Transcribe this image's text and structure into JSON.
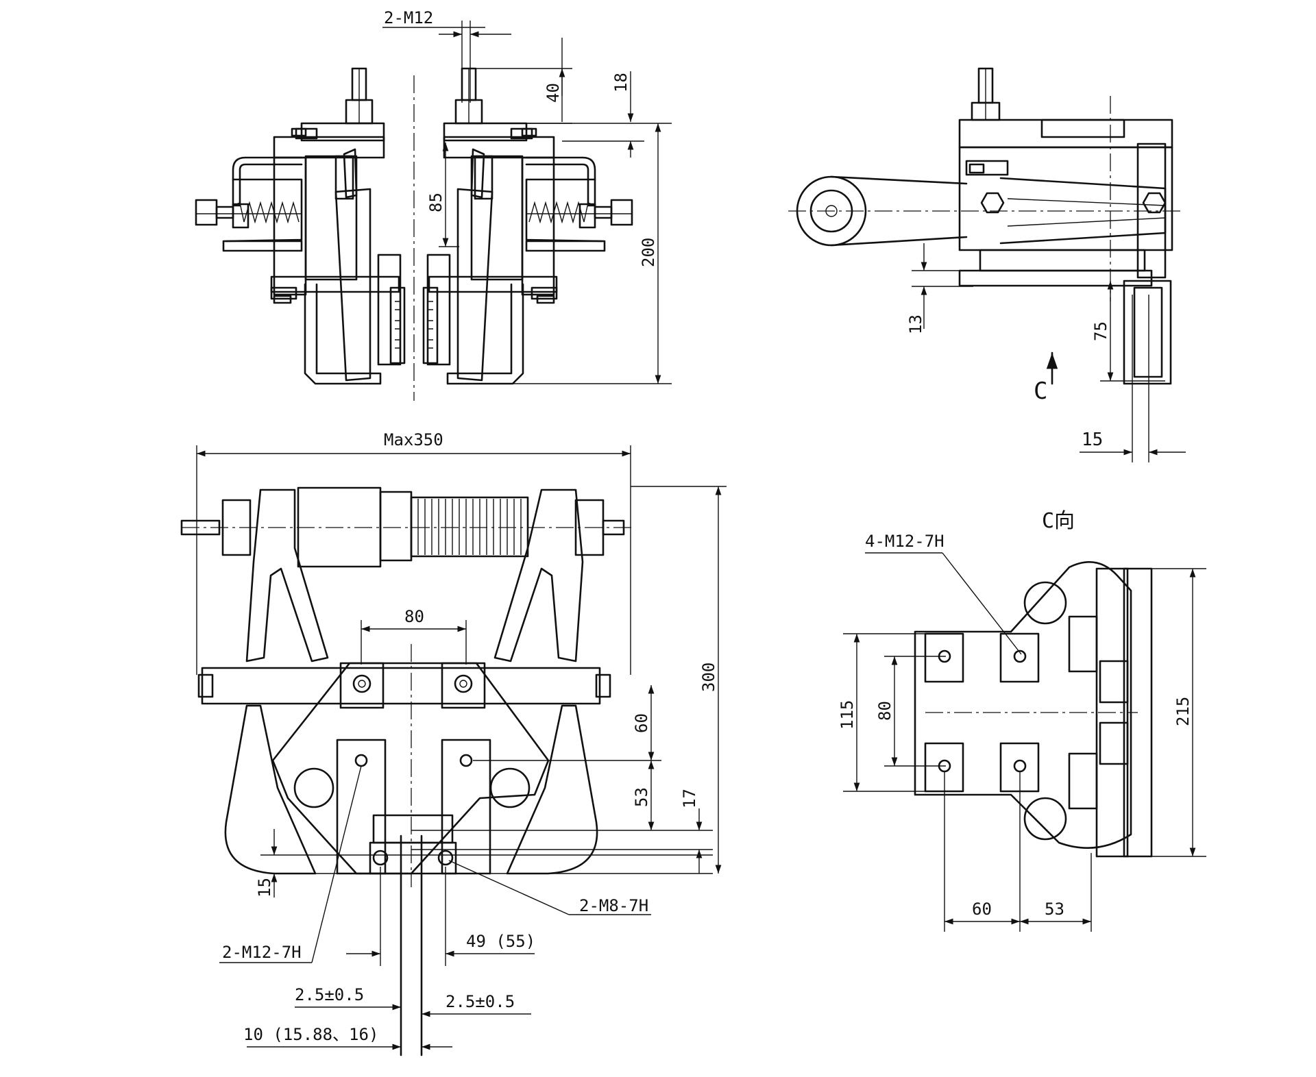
{
  "labels": {
    "top_bolts": "2-M12",
    "dim_40": "40",
    "dim_18": "18",
    "dim_85": "85",
    "dim_200": "200",
    "dim_13": "13",
    "dim_75": "75",
    "dim_15_side": "15",
    "view_arrow": "C",
    "max_width": "Max350",
    "dim_80": "80",
    "dim_300": "300",
    "dim_60": "60",
    "dim_53": "53",
    "dim_17": "17",
    "dim_15_front": "15",
    "thread_m8": "2-M8-7H",
    "thread_m12_front": "2-M12-7H",
    "disc_49": "49 (55)",
    "gap_left": "2.5±0.5",
    "gap_right": "2.5±0.5",
    "disc_thickness": "10 (15.88、16)",
    "view_c_title": "C向",
    "thread_m12_view_c": "4-M12-7H",
    "c_115": "115",
    "c_80": "80",
    "c_215": "215",
    "c_60": "60",
    "c_53": "53"
  }
}
